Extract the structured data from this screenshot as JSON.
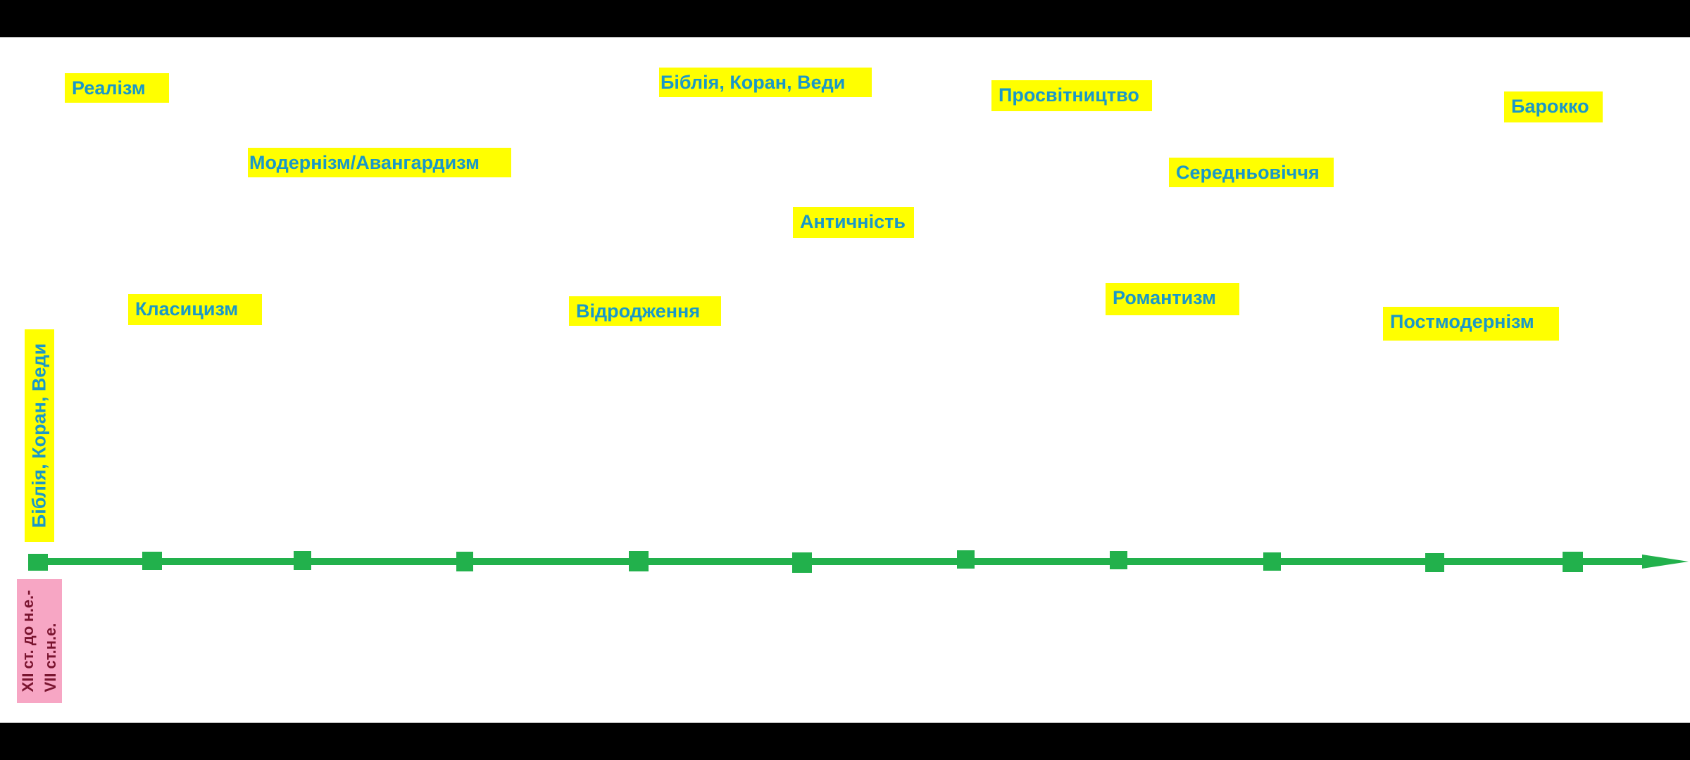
{
  "colors": {
    "label_background": "#ffff00",
    "label_text": "#1a98c8",
    "axis": "#22b14c",
    "date_background": "#f7a6c4",
    "date_text": "#7a1530"
  },
  "vertical_label": "Біблія, Коран, Веди",
  "date_range": {
    "line1": "XII ст. до н.е.-",
    "line2": "VII ст.н.е."
  },
  "labels": {
    "realism": "Реалізм",
    "bible": "Біблія, Коран, Веди",
    "enlightenment": "Просвітництво",
    "baroque": "Барокко",
    "modernism": "Модернізм/Авангардизм",
    "middle_ages": "Середньовіччя",
    "antiquity": "Античність",
    "classicism": "Класицизм",
    "renaissance": "Відродження",
    "romanticism": "Романтизм",
    "postmodernism": "Постмодернізм"
  },
  "timeline": {
    "marker_count": 11
  }
}
